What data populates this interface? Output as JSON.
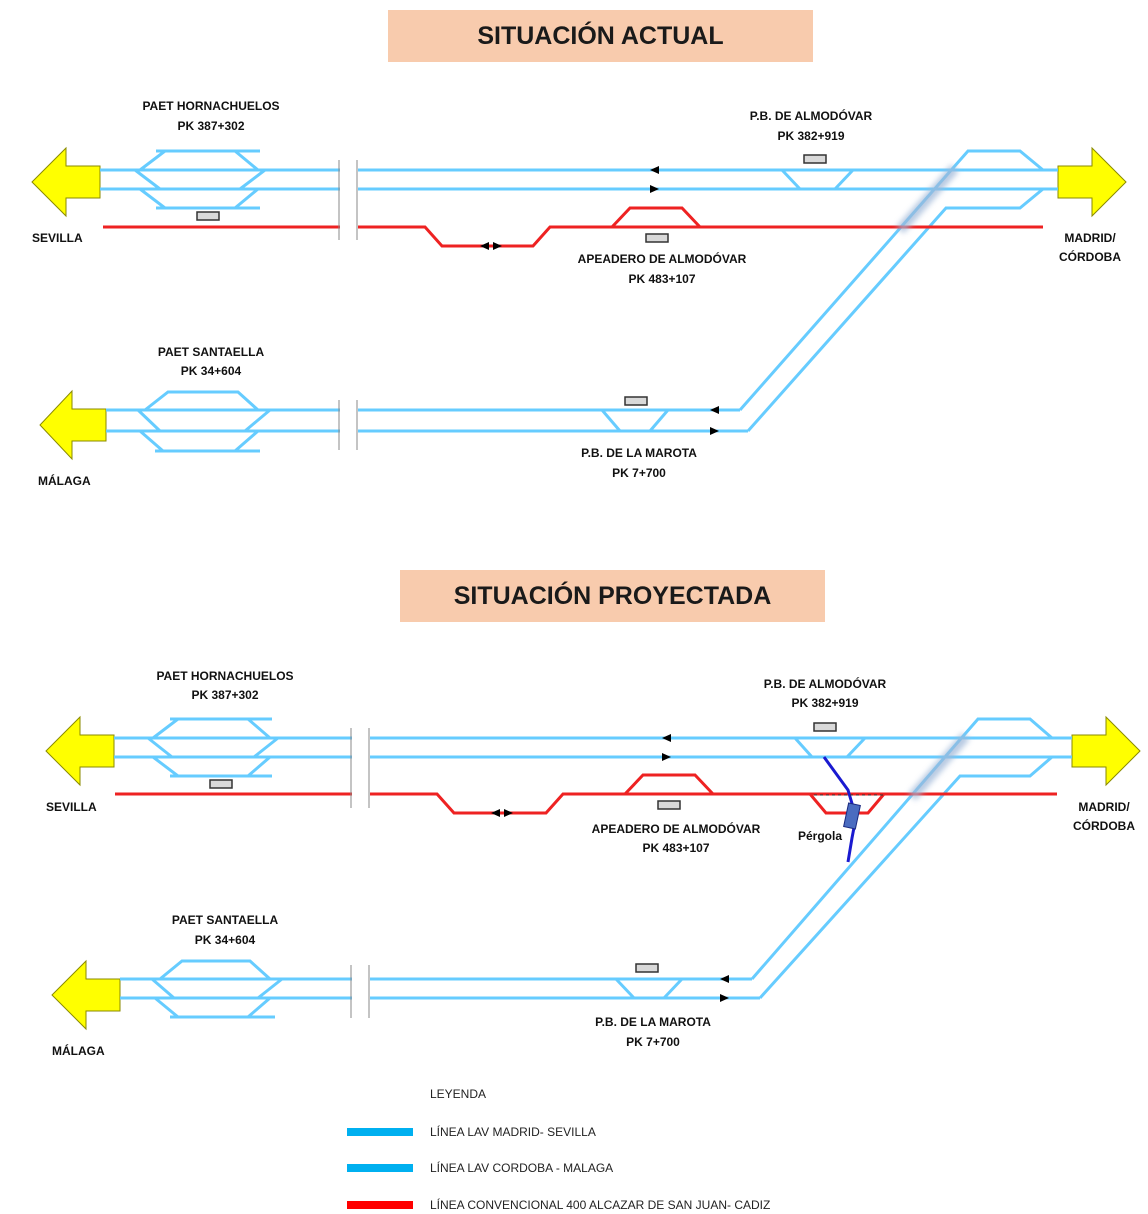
{
  "diagram": {
    "actual": {
      "title": "SITUACIÓN ACTUAL",
      "paet_hornachuelos": [
        "PAET HORNACHUELOS",
        "PK 387+302"
      ],
      "pb_almodovar": [
        "P.B. DE ALMODÓVAR",
        "PK 382+919"
      ],
      "apeadero": [
        "APEADERO DE ALMODÓVAR",
        "PK 483+107"
      ],
      "paet_santaella": [
        "PAET SANTAELLA",
        "PK 34+604"
      ],
      "pb_marota": [
        "P.B. DE LA MAROTA",
        "PK 7+700"
      ],
      "sevilla": "SEVILLA",
      "malaga": "MÁLAGA",
      "madrid": [
        "MADRID/",
        "CÓRDOBA"
      ]
    },
    "projected": {
      "title": "SITUACIÓN PROYECTADA",
      "paet_hornachuelos": [
        "PAET HORNACHUELOS",
        "PK 387+302"
      ],
      "pb_almodovar": [
        "P.B. DE ALMODÓVAR",
        "PK 382+919"
      ],
      "apeadero": [
        "APEADERO DE ALMODÓVAR",
        "PK 483+107"
      ],
      "paet_santaella": [
        "PAET SANTAELLA",
        "PK 34+604"
      ],
      "pb_marota": [
        "P.B. DE LA MAROTA",
        "PK 7+700"
      ],
      "sevilla": "SEVILLA",
      "malaga": "MÁLAGA",
      "madrid": [
        "MADRID/",
        "CÓRDOBA"
      ],
      "pergola": "Pérgola"
    },
    "legend": {
      "title": "LEYENDA",
      "items": [
        {
          "label": " LÍNEA LAV MADRID- SEVILLA",
          "color": "#00b0f0"
        },
        {
          "label": "LÍNEA LAV CORDOBA - MALAGA",
          "color": "#00b0f0"
        },
        {
          "label": "LÍNEA CONVENCIONAL 400 ALCAZAR DE SAN JUAN- CADIZ",
          "color": "#ff0000"
        }
      ]
    },
    "colors": {
      "lav": "#66ccff",
      "conventional": "#ee2222",
      "pergola": "#1a1ad0",
      "arrow": "#ffff00",
      "title_bg": "#f8cbad"
    }
  }
}
